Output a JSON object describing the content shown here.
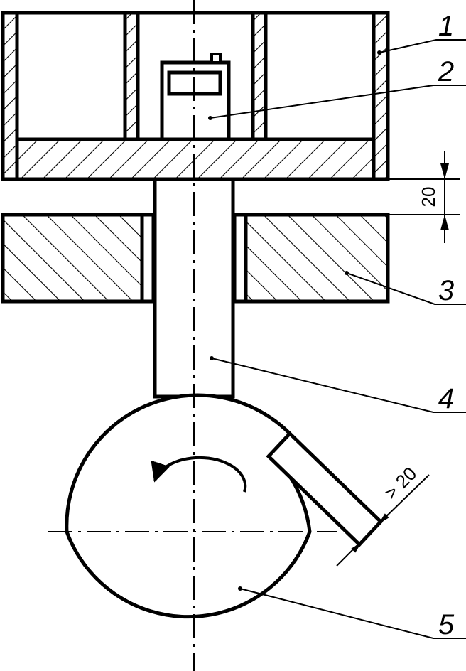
{
  "labels": {
    "housing": "1",
    "device": "2",
    "guide": "3",
    "plunger": "4",
    "cam": "5"
  },
  "dimensions": {
    "gap": "20",
    "cam_step": "> 20"
  },
  "colors": {
    "line": "#000000",
    "background": "#ffffff"
  }
}
